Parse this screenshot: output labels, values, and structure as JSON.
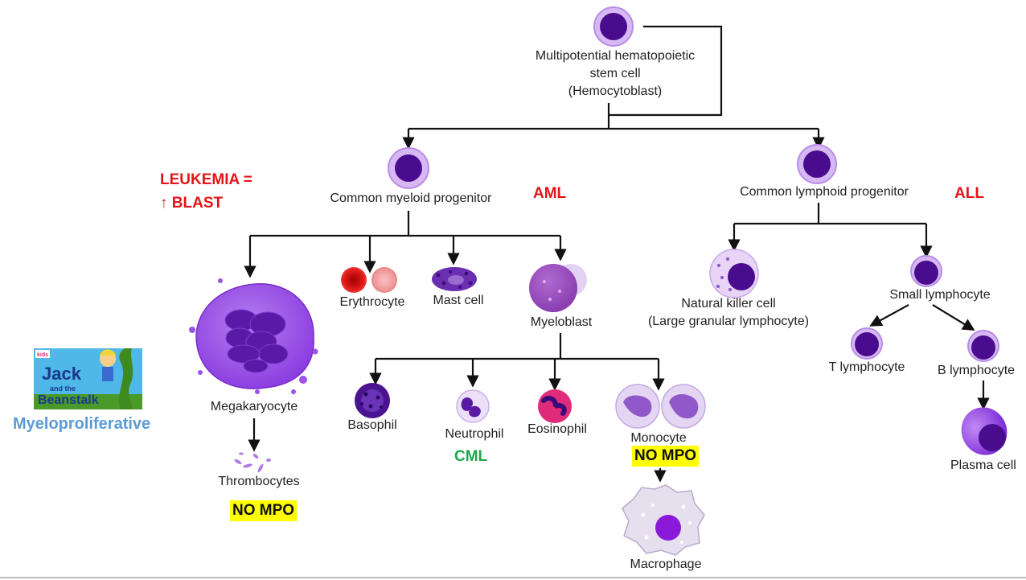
{
  "labels": {
    "stem_cell": [
      "Multipotential hematopoietic",
      "stem cell",
      "(Hemocytoblast)"
    ],
    "myeloid": "Common myeloid progenitor",
    "lymphoid": "Common lymphoid progenitor",
    "megakaryocyte": "Megakaryocyte",
    "thrombocytes": "Thrombocytes",
    "erythrocyte": "Erythrocyte",
    "mast": "Mast cell",
    "myeloblast": "Myeloblast",
    "basophil": "Basophil",
    "neutrophil": "Neutrophil",
    "eosinophil": "Eosinophil",
    "monocyte": "Monocyte",
    "macrophage": "Macrophage",
    "nk": [
      "Natural killer cell",
      "(Large granular lymphocyte)"
    ],
    "small_lymph": "Small lymphocyte",
    "t_lymph": "T lymphocyte",
    "b_lymph": "B lymphocyte",
    "plasma": "Plasma cell"
  },
  "annotations": {
    "leukemia": [
      "LEUKEMIA =",
      "↑ BLAST"
    ],
    "aml": "AML",
    "all": "ALL",
    "cml": "CML",
    "myeloproliferative": "Myeloproliferative",
    "no_mpo_1": "NO MPO",
    "no_mpo_2": "NO MPO"
  },
  "logo": {
    "title_line1": "Jack",
    "title_line2": "and the",
    "title_line3": "Beanstalk"
  },
  "colors": {
    "annotation_red": "#e3151a",
    "annotation_green": "#1fa64a",
    "annotation_blue": "#5b9bd5",
    "highlight_yellow": "#ffff00",
    "cell_purple": "#5b1a9a",
    "cell_lavender": "#d4b8f0"
  }
}
